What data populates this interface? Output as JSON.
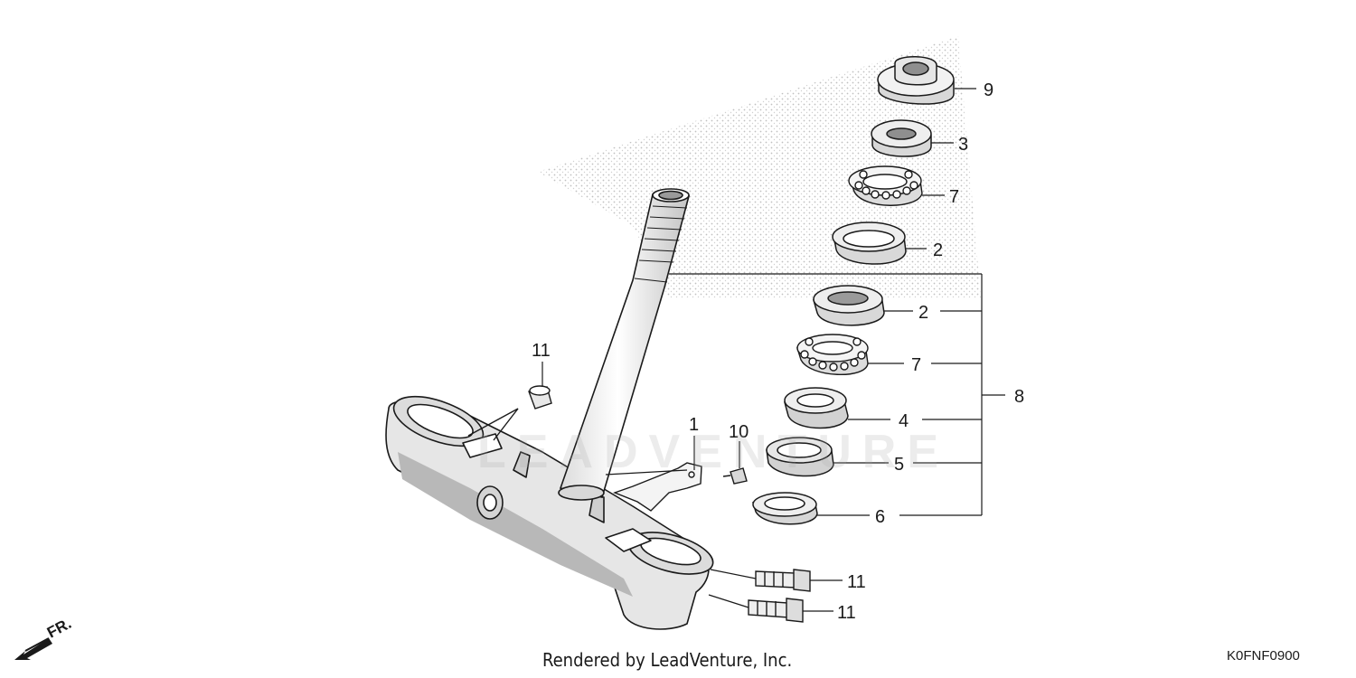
{
  "diagram": {
    "callouts": [
      {
        "id": "c9",
        "label": "9"
      },
      {
        "id": "c3",
        "label": "3"
      },
      {
        "id": "c7a",
        "label": "7"
      },
      {
        "id": "c2a",
        "label": "2"
      },
      {
        "id": "c2b",
        "label": "2"
      },
      {
        "id": "c7b",
        "label": "7"
      },
      {
        "id": "c8",
        "label": "8"
      },
      {
        "id": "c4",
        "label": "4"
      },
      {
        "id": "c5",
        "label": "5"
      },
      {
        "id": "c6",
        "label": "6"
      },
      {
        "id": "c10",
        "label": "10"
      },
      {
        "id": "c1",
        "label": "1"
      },
      {
        "id": "c11a",
        "label": "11"
      },
      {
        "id": "c11b",
        "label": "11"
      },
      {
        "id": "c11c",
        "label": "11"
      }
    ],
    "front_indicator": "FR.",
    "watermark_text": "LEADVENTURE",
    "footer_credit": "Rendered by LeadVenture, Inc.",
    "diagram_code": "K0FNF0900"
  },
  "colors": {
    "line": "#1a1a1a",
    "part_fill": "#f2f2f2",
    "shade": "#c9c9c9",
    "stipple": "#bdbdbd"
  }
}
